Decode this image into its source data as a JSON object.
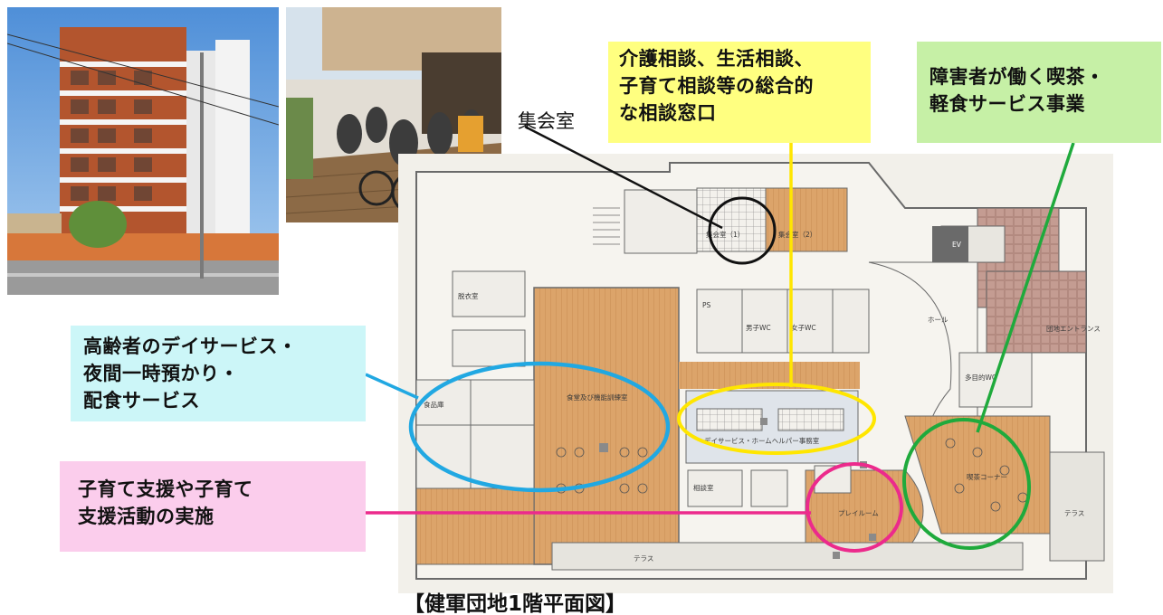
{
  "callouts": {
    "consult": "介護相談、生活相談、\n子育て相談等の総合的\nな相談窓口",
    "cafe": "障害者が働く喫茶・\n軽食サービス事業",
    "elderly": "高齢者のデイサービス・\n夜間一時預かり・\n配食サービス",
    "childcare": "子育て支援や子育て\n支援活動の実施"
  },
  "labels": {
    "meeting_room": "集会室",
    "caption": "【健軍団地1階平面図】"
  },
  "plan_text": {
    "dining": "食堂及び機能訓練室",
    "day_office": "デイサービス・ホームヘルパー事務室",
    "play_room": "プレイルーム",
    "lounge": "喫茶コーナー",
    "hall": "ホール",
    "entrance": "団地エントランス",
    "meeting1": "集会室（1）",
    "meeting2": "集会室（2）",
    "terrace": "テラス",
    "ev": "EV",
    "kitchen": "食品庫",
    "bath": "脱衣室",
    "consult_room": "相談室",
    "terrace_e": "テラス",
    "ps": "PS",
    "wc_m": "男子WC",
    "wc_f": "女子WC",
    "multi_wc": "多目的WC"
  },
  "colors": {
    "consult": "#ffff80",
    "cafe": "#c6f0a6",
    "elderly": "#ccf6f8",
    "childcare": "#fbcdec",
    "yellow_line": "#ffe600",
    "green_line": "#1faa3c",
    "blue_line": "#21a8e2",
    "pink_line": "#ec2a8c",
    "wood": "#dca46a"
  }
}
